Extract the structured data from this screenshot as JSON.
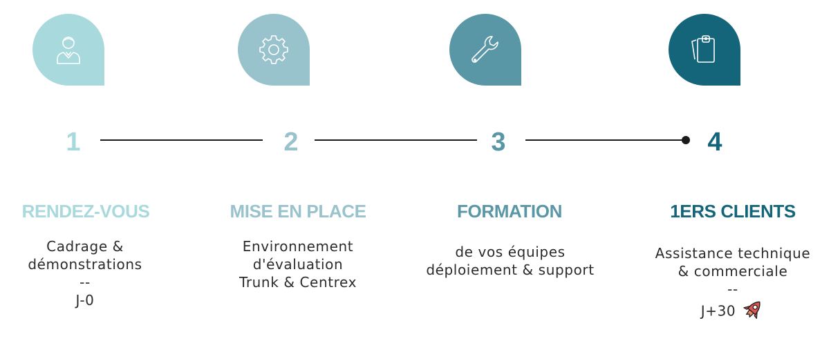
{
  "colors": {
    "step1": "#a8d9dd",
    "step2": "#99c3cc",
    "step3": "#5a97a6",
    "step4": "#15657a",
    "line": "#1a1a1a",
    "rocket": "#e05454"
  },
  "steps": [
    {
      "number": "1",
      "icon": "person-icon",
      "title": "RENDEZ-VOUS",
      "lines": [
        "Cadrage &",
        "démonstrations",
        "--",
        "J-0"
      ]
    },
    {
      "number": "2",
      "icon": "gear-icon",
      "title": "MISE EN PLACE",
      "lines": [
        "Environnement",
        "d'évaluation",
        "Trunk & Centrex"
      ]
    },
    {
      "number": "3",
      "icon": "wrench-icon",
      "title": "FORMATION",
      "lines": [
        "de vos équipes",
        "déploiement & support"
      ]
    },
    {
      "number": "4",
      "icon": "id-badge-icon",
      "title": "1ERS CLIENTS",
      "lines": [
        "Assistance technique",
        "& commerciale",
        "--",
        "J+30"
      ],
      "trailing_icon": "rocket-icon"
    }
  ]
}
